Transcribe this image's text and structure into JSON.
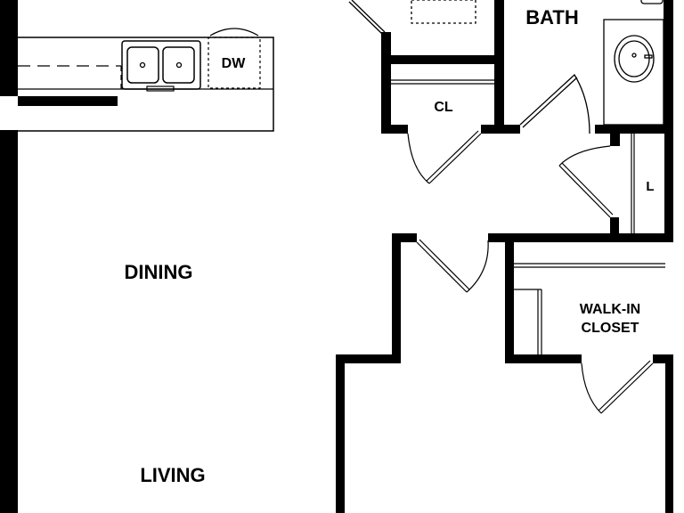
{
  "rooms": {
    "bath": "BATH",
    "closet_small": "CL",
    "linen": "L",
    "walk_in_line1": "WALK-IN",
    "walk_in_line2": "CLOSET",
    "dining": "DINING",
    "living": "LIVING"
  },
  "appliances": {
    "dishwasher": "DW"
  },
  "colors": {
    "wall": "#000000",
    "background": "#ffffff"
  }
}
